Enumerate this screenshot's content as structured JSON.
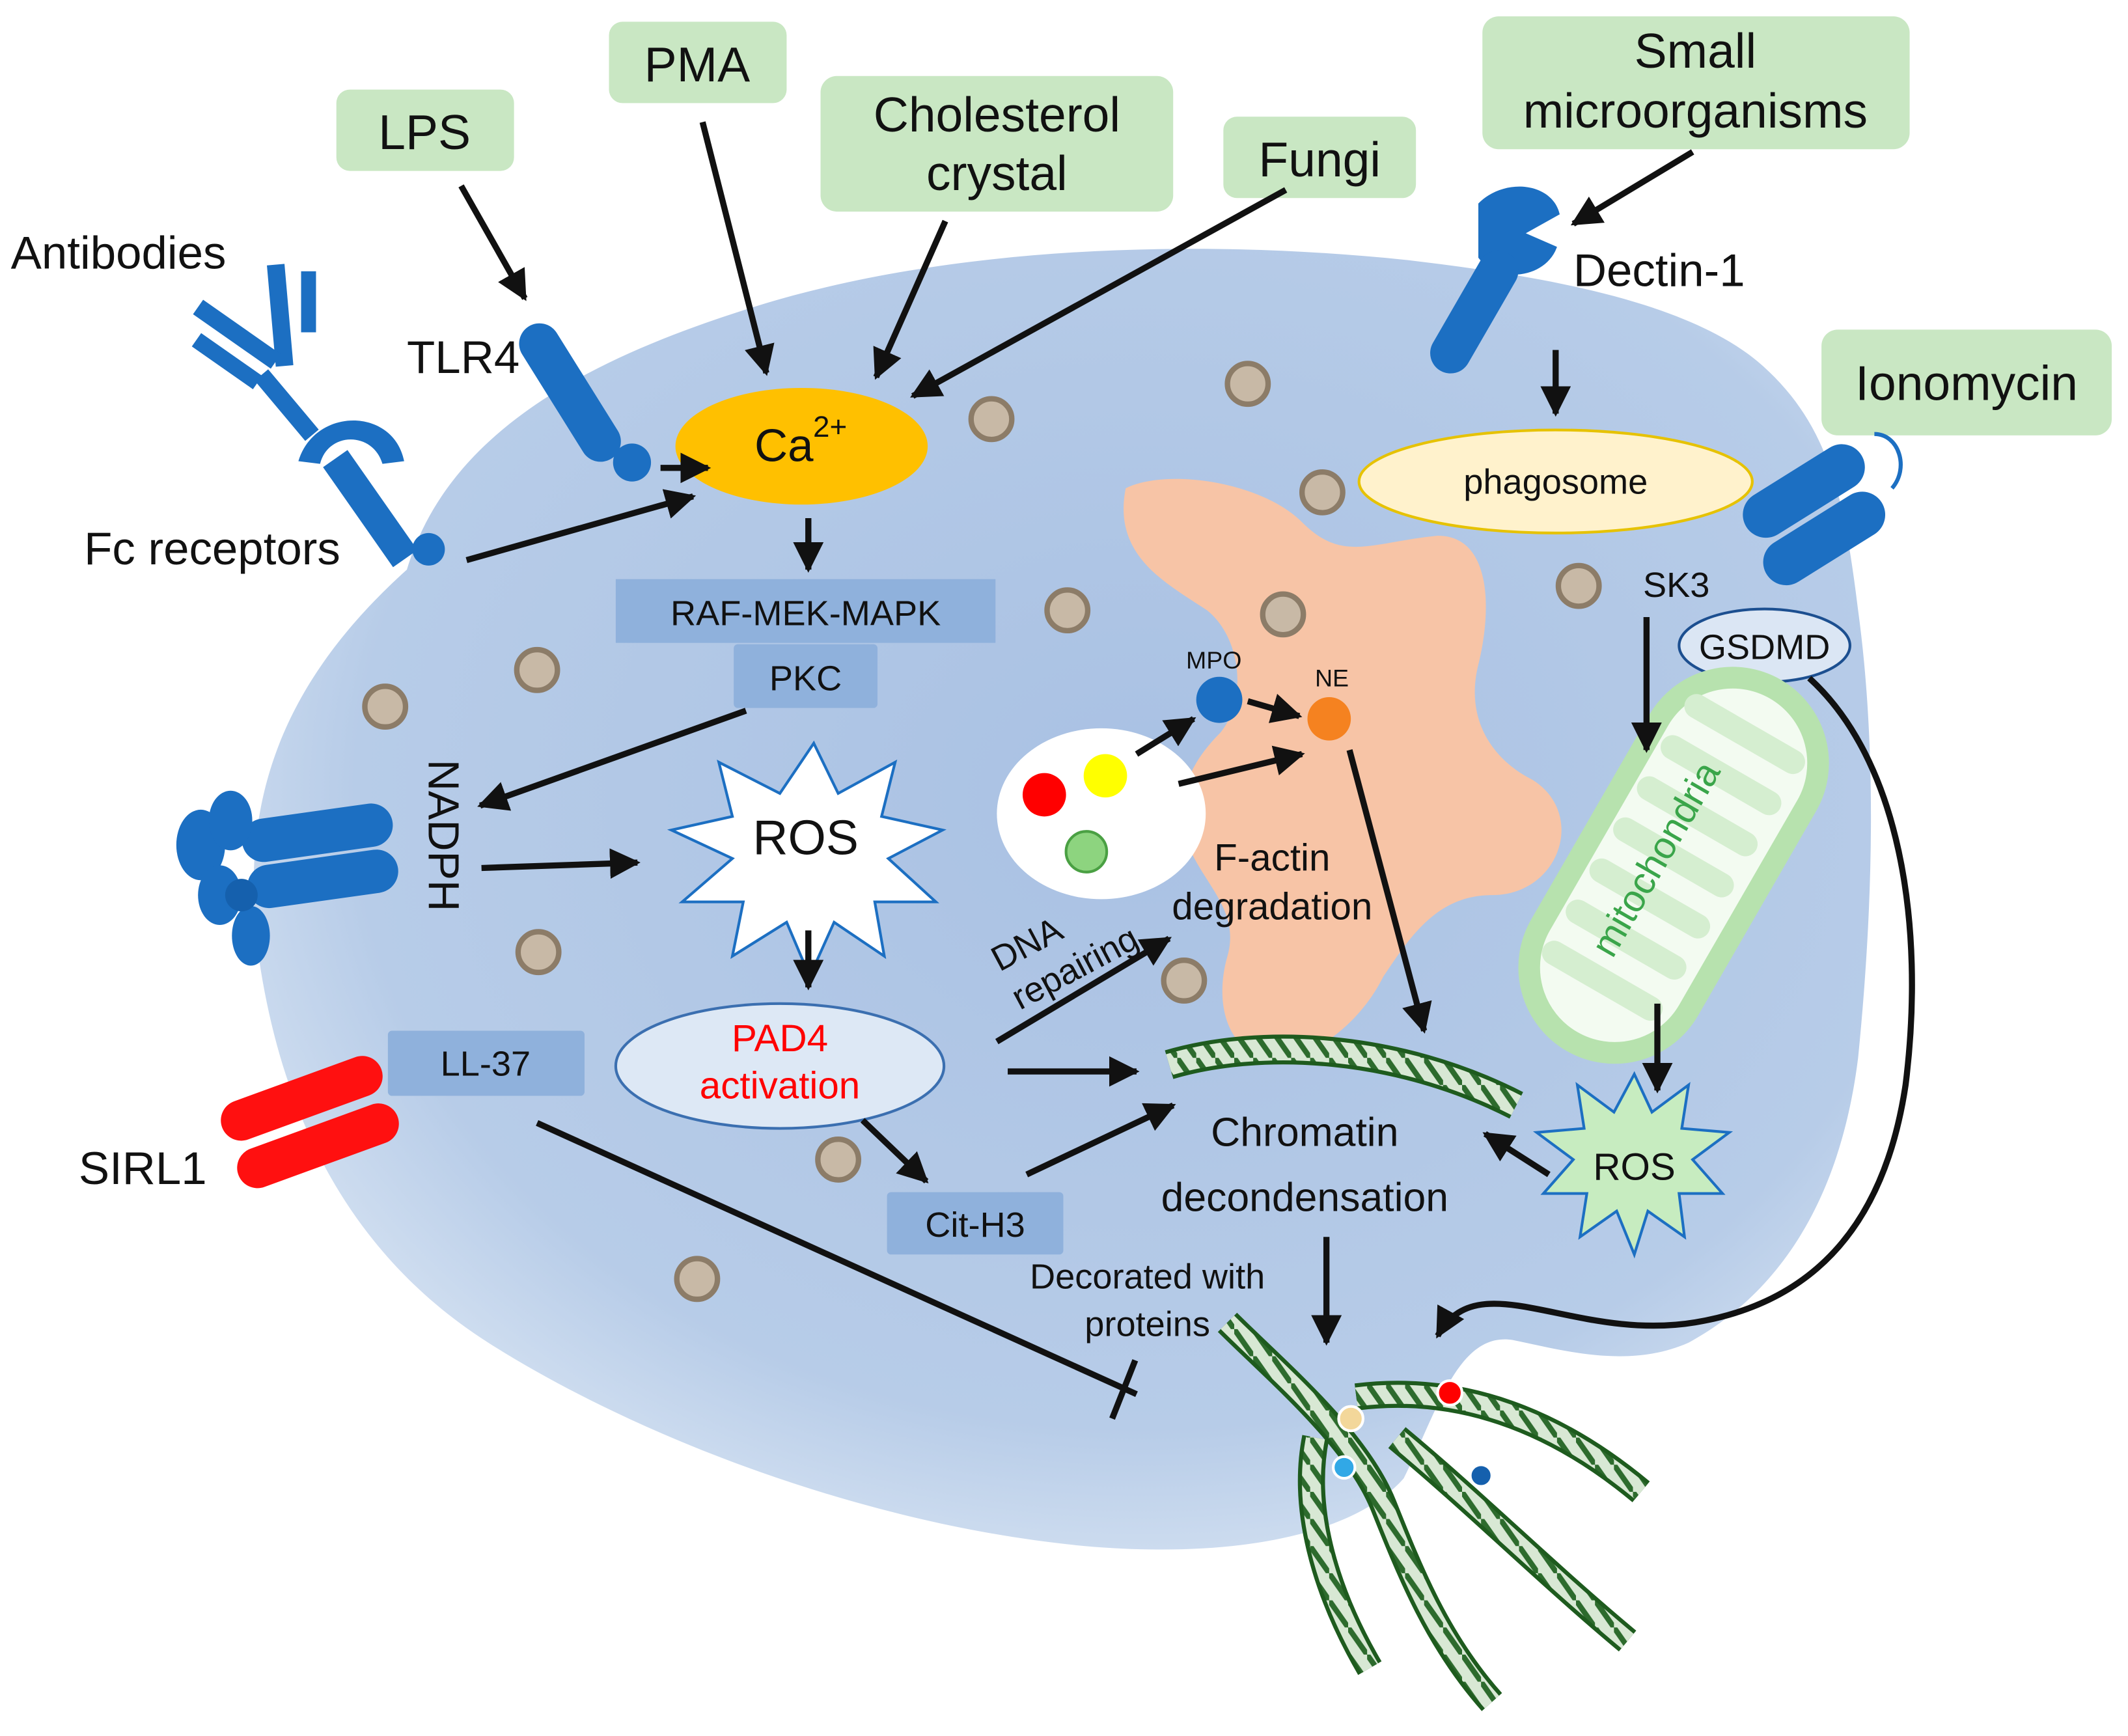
{
  "stimuli": {
    "lps": "LPS",
    "pma": "PMA",
    "cholesterol_line1": "Cholesterol",
    "cholesterol_line2": "crystal",
    "fungi": "Fungi",
    "small_line1": "Small",
    "small_line2": "microorganisms",
    "ionomycin": "Ionomycin"
  },
  "receptors": {
    "antibodies": "Antibodies",
    "tlr4": "TLR4",
    "fc_receptors": "Fc receptors",
    "dectin1": "Dectin-1",
    "nadph": "NADPH",
    "sirl1": "SIRL1",
    "ll37": "LL-37"
  },
  "nodes": {
    "calcium_base": "Ca",
    "calcium_sup": "2+",
    "raf_mek_mapk": "RAF-MEK-MAPK",
    "pkc": "PKC",
    "ros_main": "ROS",
    "pad4_line1": "PAD4",
    "pad4_line2": "activation",
    "cit_h3": "Cit-H3",
    "phagosome": "phagosome",
    "sk3": "SK3",
    "gsdmd": "GSDMD",
    "mitochondria": "mitochondria",
    "ros_mito": "ROS",
    "mpo": "MPO",
    "ne": "NE",
    "factin_line1": "F-actin",
    "factin_line2": "degradation",
    "dna_line1": "DNA",
    "dna_line2": "repairing",
    "chromatin_line1": "Chromatin",
    "chromatin_line2": "decondensation",
    "decorated_line1": "Decorated with",
    "decorated_line2": "proteins"
  },
  "colors": {
    "cell_fill": "#b3c9e6",
    "cell_edge": "#d7e3f2",
    "stimulus_box": "#c9e7c3",
    "receptor_blue": "#1c6fc2",
    "calcium": "#ffc000",
    "pad4_text": "#ff0000",
    "nucleus": "#f7c4a6",
    "phagosome": "#fff2cc",
    "mitochondria_text": "#3aa54a",
    "ros_green": "#c7ecc0",
    "sirl1_red": "#ff1010",
    "chromatin": "#3d7a3d",
    "mpo": "#1c6fc2",
    "ne": "#f58220"
  }
}
